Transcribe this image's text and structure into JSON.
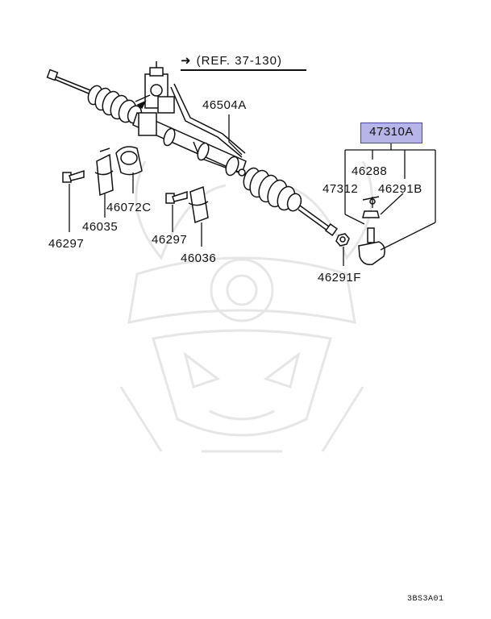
{
  "reference": {
    "text": "(REF. 37-130)",
    "icon": "right-arrow-icon"
  },
  "highlighted_part": "47310A",
  "parts": {
    "p46504A": "46504A",
    "p46288": "46288",
    "p47312": "47312",
    "p46291B": "46291B",
    "p46072C": "46072C",
    "p46035": "46035",
    "p46297_left": "46297",
    "p46297_mid": "46297",
    "p46036": "46036",
    "p46291F": "46291F"
  },
  "diagram_code": "3BS3A01",
  "colors": {
    "highlight_fill": "#b7b4e8",
    "highlight_border": "#4b47a8",
    "watermark": "#e6e6e6"
  }
}
